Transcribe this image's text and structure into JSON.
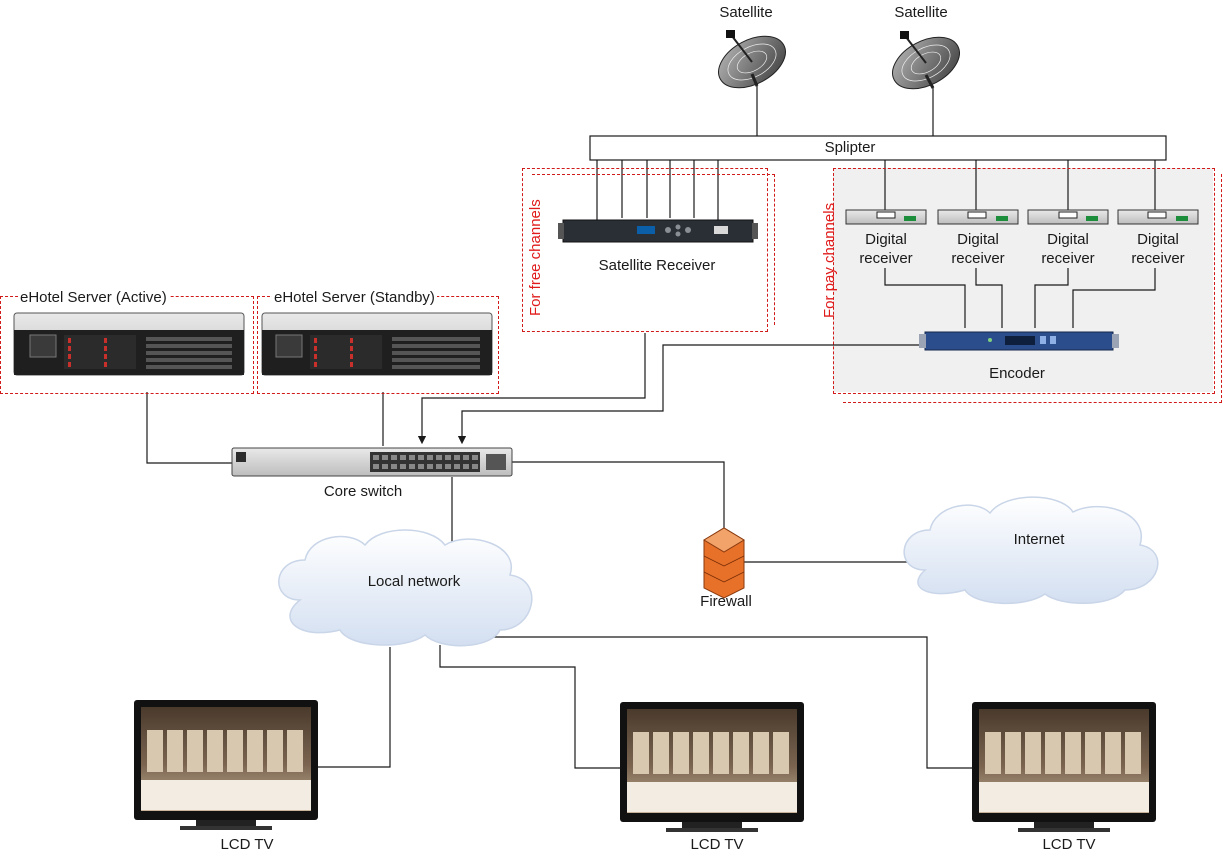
{
  "diagram": {
    "satellites": [
      {
        "label": "Satellite"
      },
      {
        "label": "Satellite"
      }
    ],
    "splitter": {
      "label": "Splipter"
    },
    "free_group": {
      "label": "For free channels",
      "device": "Satellite Receiver"
    },
    "pay_group": {
      "label": "For pay channels",
      "encoder": "Encoder"
    },
    "digital_receivers": [
      {
        "label": "Digital receiver"
      },
      {
        "label": "Digital receiver"
      },
      {
        "label": "Digital receiver"
      },
      {
        "label": "Digital receiver"
      }
    ],
    "servers": [
      {
        "label": "eHotel Server (Active)"
      },
      {
        "label": "eHotel Server (Standby)"
      }
    ],
    "core_switch": {
      "label": "Core switch"
    },
    "firewall": {
      "label": "Firewall"
    },
    "internet": {
      "label": "Internet"
    },
    "local_network": {
      "label": "Local network"
    },
    "tvs": [
      {
        "label": "LCD TV"
      },
      {
        "label": "LCD TV"
      },
      {
        "label": "LCD TV"
      }
    ],
    "colors": {
      "dash_border": "#d11a1a",
      "group_label": "#e01b1b",
      "pay_group_fill": "#f0f0f0",
      "line": "#1a1a1a",
      "cloud": "#e6edf8",
      "firewall_brick": "#e8712a",
      "encoder": "#2b4d8c"
    }
  }
}
